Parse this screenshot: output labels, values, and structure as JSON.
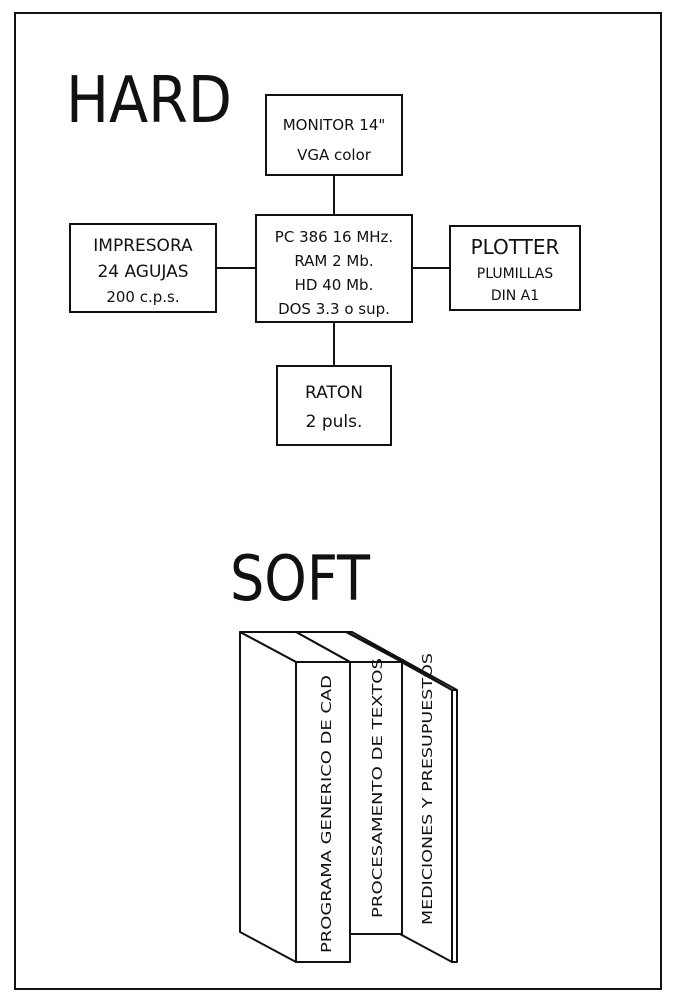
{
  "hard": {
    "title": "HARD",
    "monitor": {
      "line1": "MONITOR 14\"",
      "line2": "VGA color"
    },
    "pc": {
      "line1": "PC 386 16 MHz.",
      "line2": "RAM 2 Mb.",
      "line3": "HD 40 Mb.",
      "line4": "DOS 3.3 o sup."
    },
    "printer": {
      "line1": "IMPRESORA",
      "line2": "24 AGUJAS",
      "line3": "200 c.p.s."
    },
    "plotter": {
      "line1": "PLOTTER",
      "line2": "PLUMILLAS",
      "line3": "DIN A1"
    },
    "mouse": {
      "line1": "RATON",
      "line2": "2 puls."
    }
  },
  "soft": {
    "title": "SOFT",
    "books": [
      {
        "label": "PROGRAMA GENERICO DE CAD"
      },
      {
        "label": "PROCESAMENTO DE TEXTOS"
      },
      {
        "label": "MEDICIONES Y PRESUPUESTOS"
      }
    ]
  }
}
